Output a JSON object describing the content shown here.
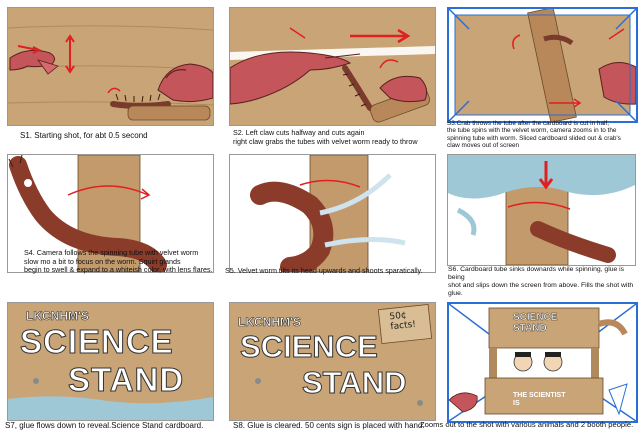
{
  "captions": {
    "s1": "S1. Starting shot, for abt 0.5 second",
    "s2": "S2. Left claw cuts halfway and cuts again\nright claw grabs the tubes with velvet worm ready to throw",
    "s3": "S3.Crab throws the tube after the cardboard is cut in half,\nthe tube spins with the velvet worm, camera zooms in to the\nspinning tube with worm. Sliced cardboard slided out & crab's\nclaw moves out of screen",
    "s4": "S4. Camera follows the spinning tube with velvet worm\nslow mo a bit to focus on the worm. Squirt glands\nbegin to swell & expand to a whiteish color, with lens flares.",
    "s5": "S5. Velvet worm tilts its head upwards and shoots sparatically.",
    "s6": "S6. Cardboard tube sinks downards while spinning, glue is being\nshot and slips down the screen from above. Fills the shot with\nglue.",
    "s7": "S7, glue flows down to reveal.Science Stand cardboard.",
    "s8": "S8. Glue is cleared. 50 cents sign is placed with hand.",
    "s9": "Zooms out to the shot with various animals and 2 booth people."
  },
  "sign": {
    "brand": "LKCNHM'S",
    "line1": "SCIENCE",
    "line2": "STAND",
    "price": "50¢\nfacts!",
    "booth_title": "SCIENCE\nSTAND",
    "booth_bottom": "THE SCIENTIST\nIS"
  },
  "colors": {
    "cardboard": "#c9a476",
    "cardboard_dark": "#b08a5c",
    "crab": "#c4555a",
    "worm": "#7a3a2c",
    "glue": "#9ec8d6",
    "arrow": "#e02020",
    "frame_blue": "#2a6fd6"
  }
}
